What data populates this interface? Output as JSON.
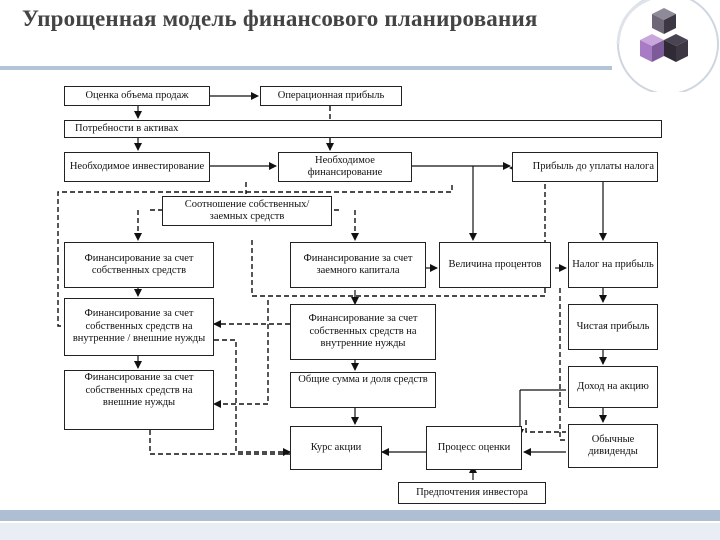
{
  "title": "Упрощенная модель финансового планирования",
  "boxes": {
    "b1": "Оценка объема продаж",
    "b2": "Операционная прибыль",
    "b3": "Потребности в активах",
    "b4": "Необходимое инвестирование",
    "b5": "Необходимое финансирование",
    "b6": "Прибыль до уплаты налога",
    "b7": "Соотношение собственных/заемных средств",
    "b8": "Финансирование за счет собственных средств",
    "b9": "Финансирование за счет заемного капитала",
    "b10": "Величина процентов",
    "b11": "Налог на прибыль",
    "b12": "Финансирование за счет собственных средств на внутренние / внешние нужды",
    "b13": "Финансирование за счет собственных средств на внутренние нужды",
    "b14": "Чистая прибыль",
    "b15": "Финансирование за счет собственных средств на внешние нужды",
    "b16": "Общие сумма и доля средств",
    "b17": "Доход на акцию",
    "b18": "Курс акции",
    "b19": "Процесс оценки",
    "b20": "Обычные дивиденды",
    "b21": "Предпочтения инвестора"
  },
  "colors": {
    "accent_bar": "#aebfd4",
    "logo_cube": "#5a5361"
  }
}
